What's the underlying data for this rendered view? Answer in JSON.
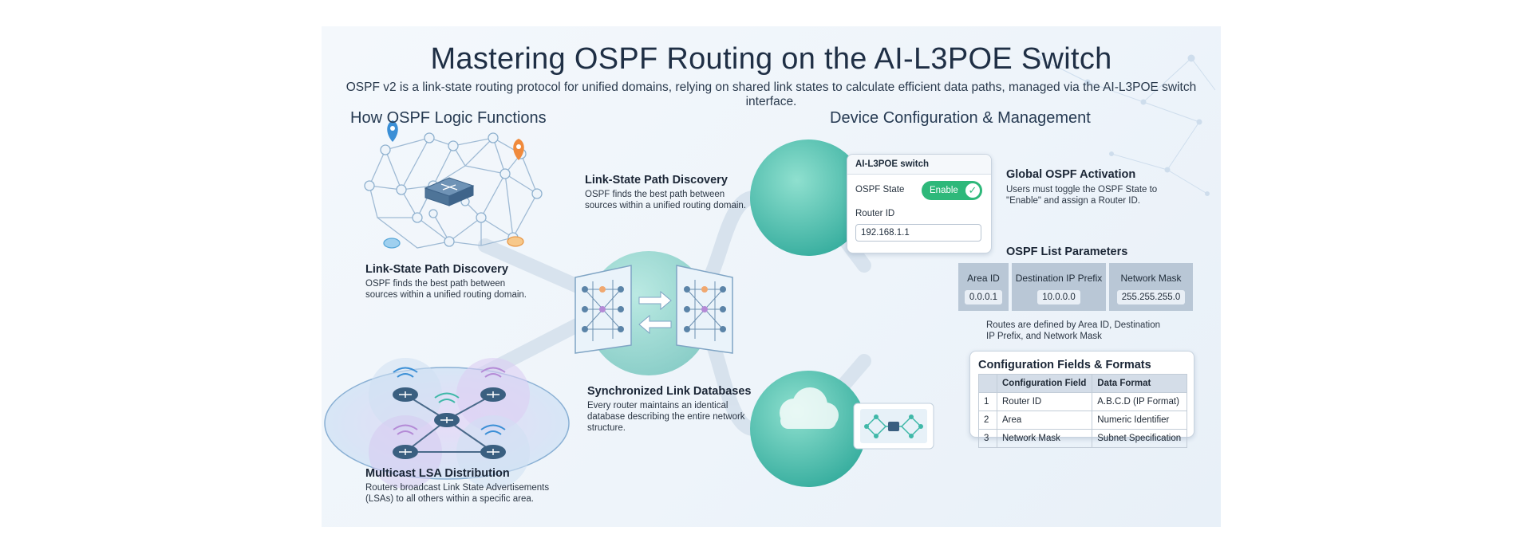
{
  "title": "Mastering OSPF Routing on the AI-L3POE Switch",
  "subtitle": "OSPF v2 is a link-state routing protocol for unified domains, relying on shared link states to calculate efficient data paths, managed via the AI-L3POE switch interface.",
  "left_section": "How OSPF Logic Functions",
  "right_section": "Device Configuration & Management",
  "concepts": {
    "link_state_left": {
      "title": "Link-State Path Discovery",
      "lines": [
        "OSPF finds the best path between",
        "sources within a unified routing domain."
      ]
    },
    "link_state_center": {
      "title": "Link-State Path Discovery",
      "lines": [
        "OSPF finds the best path between",
        "sources within a unified routing domain."
      ]
    },
    "sync_db": {
      "title": "Synchronized Link Databases",
      "lines": [
        "Every router maintains an identical",
        "database describing the entire network",
        "structure."
      ]
    },
    "multicast": {
      "title": "Multicast LSA Distribution",
      "lines": [
        "Routers broadcast Link State Advertisements",
        "(LSAs) to all others within a specific area."
      ]
    }
  },
  "switch_panel": {
    "header": "AI-L3POE switch",
    "state_label": "OSPF State",
    "toggle_label": "Enable",
    "router_id_label": "Router ID",
    "router_id_value": "192.168.1.1"
  },
  "global_activation": {
    "title": "Global OSPF Activation",
    "lines": [
      "Users must toggle the OSPF State to",
      "\"Enable\" and assign a Router ID."
    ]
  },
  "list_params": {
    "title": "OSPF List Parameters",
    "columns": [
      {
        "label": "Area ID",
        "value": "0.0.0.1"
      },
      {
        "label": "Destination IP Prefix",
        "value": "10.0.0.0"
      },
      {
        "label": "Network Mask",
        "value": "255.255.255.0"
      }
    ],
    "note_lines": [
      "Routes are defined by Area ID, Destination",
      "IP Prefix, and Network Mask"
    ]
  },
  "config_fields": {
    "title": "Configuration Fields & Formats",
    "headers": [
      "",
      "Configuration Field",
      "Data Format"
    ],
    "rows": [
      [
        "1",
        "Router ID",
        "A.B.C.D (IP Format)"
      ],
      [
        "2",
        "Area",
        "Numeric Identifier"
      ],
      [
        "3",
        "Network Mask",
        "Subnet Specification"
      ]
    ]
  },
  "colors": {
    "teal": "#3fb8a8",
    "enable_green": "#2eb87a",
    "router_blue": "#3a5f80",
    "lsa_purple": "#b48ad6",
    "pin_blue": "#3b8fd6",
    "pin_orange": "#f08a3c"
  },
  "icons": [
    "location-pin-icon",
    "switch-icon",
    "router-icon",
    "wifi-signal-icon",
    "sync-arrows-icon",
    "check-icon",
    "cloud-icon",
    "network-diagram-icon"
  ]
}
